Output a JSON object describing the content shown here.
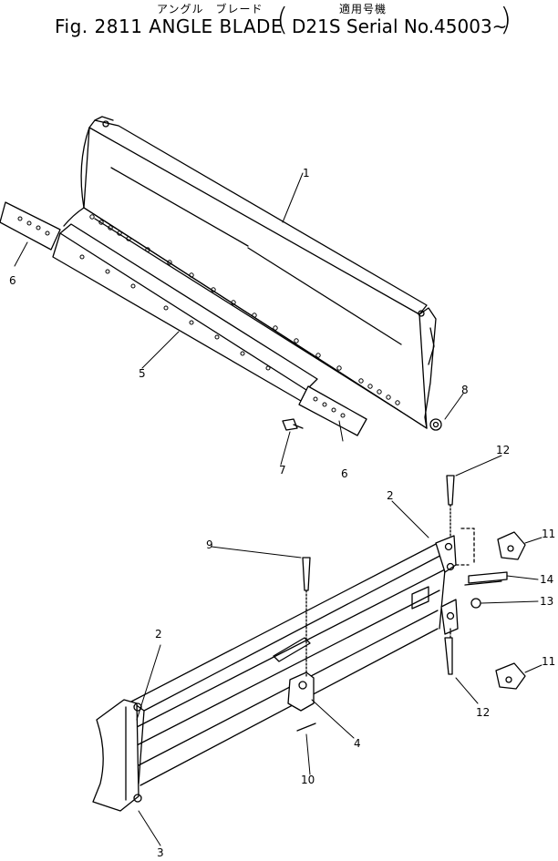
{
  "title": {
    "kana_left": "アングル　ブレード",
    "kana_right": "適用号機",
    "fig_label": "Fig. 2811  ANGLE  BLADE",
    "serial": "D21S  Serial  No.45003~",
    "open_paren": "(",
    "close_paren": ")"
  },
  "callouts": [
    "1",
    "2",
    "2",
    "3",
    "4",
    "5",
    "6",
    "6",
    "7",
    "8",
    "9",
    "10",
    "11",
    "11",
    "12",
    "12",
    "13",
    "14"
  ]
}
